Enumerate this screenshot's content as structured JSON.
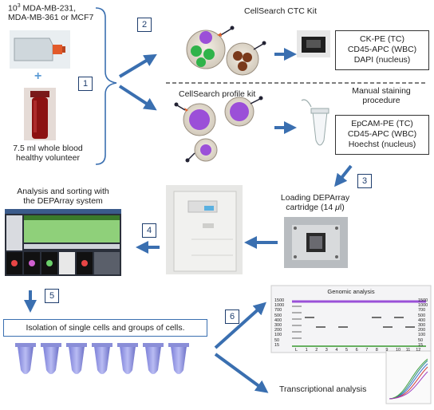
{
  "cells_label": {
    "line1": "10",
    "sup": "3",
    "line1_rest": " MDA-MB-231,",
    "line2": "MDA-MB-361 or MCF7"
  },
  "blood_label": {
    "line1": "7.5 ml whole blood",
    "line2": "healthy volunteer"
  },
  "plus_sign": "+",
  "steps": [
    "1",
    "2",
    "3",
    "4",
    "5",
    "6"
  ],
  "ctc_kit": {
    "title": "CellSearch CTC Kit",
    "box_lines": [
      "CK-PE (TC)",
      "CD45-APC (WBC)",
      "DAPI (nucleus)"
    ]
  },
  "profile_kit": {
    "title": "CellSearch profile kit",
    "manual_line1": "Manual staining",
    "manual_line2": "procedure",
    "box_lines": [
      "EpCAM-PE (TC)",
      "CD45-APC (WBC)",
      "Hoechst (nucleus)"
    ]
  },
  "loading": {
    "line1": "Loading DEPArray",
    "line2": "cartridge (14 ",
    "mu": "μ",
    "line2_end": "l)"
  },
  "analysis": {
    "line1": "Analysis and sorting with",
    "line2": "the DEPArray system"
  },
  "isolation_text": "Isolation of single cells and groups of cells.",
  "genomic": {
    "title": "Genomic analysis",
    "ladder_left": [
      "1500",
      "1000",
      "700",
      "500",
      "400",
      "300",
      "200",
      "100",
      "50",
      "15"
    ],
    "ladder_right": [
      "1500",
      "1000",
      "700",
      "500",
      "400",
      "300",
      "200",
      "100",
      "50",
      "15"
    ],
    "lanes": [
      "L",
      "1",
      "2",
      "3",
      "4",
      "5",
      "6",
      "7",
      "8",
      "9",
      "10",
      "11",
      "12"
    ]
  },
  "transcriptional": "Transcriptional analysis",
  "colors": {
    "accent": "#3a6fb0",
    "box_border": "#1f3e6e",
    "cell_purple": "#9b4fd8",
    "cell_green": "#2fb34a",
    "cell_brown": "#7a3a1c"
  }
}
